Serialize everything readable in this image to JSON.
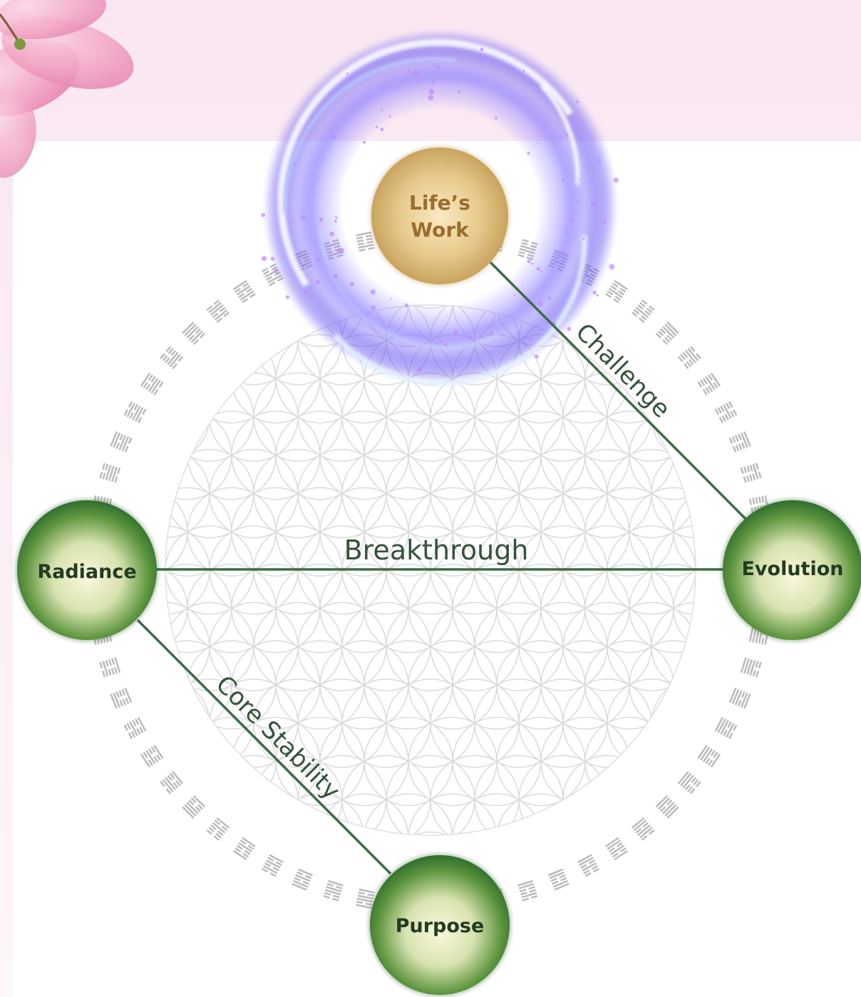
{
  "diagram": {
    "nodes": {
      "lifes_work": {
        "line1": "Life’s",
        "line2": "Work"
      },
      "radiance": {
        "label": "Radiance"
      },
      "evolution": {
        "label": "Evolution"
      },
      "purpose": {
        "label": "Purpose"
      }
    },
    "edges": {
      "challenge": {
        "label": "Challenge",
        "from": "Life’s Work",
        "to": "Evolution"
      },
      "breakthrough": {
        "label": "Breakthrough",
        "from": "Radiance",
        "to": "Evolution"
      },
      "core_stability": {
        "label": "Core Stability",
        "from": "Radiance",
        "to": "Purpose"
      }
    },
    "colors": {
      "node_green": "#3d7b36",
      "node_gold": "#c9a45a",
      "line": "#3e6b47",
      "glow": "#7a6cff",
      "hexagram_ring": "#b8b8b8",
      "flower_of_life": "#d9d9d9"
    },
    "icons": {
      "flower": "pink-flower-decoration",
      "ring": "hexagram-ring-decoration",
      "background": "flower-of-life-pattern",
      "glow": "violet-energy-swirl"
    }
  }
}
